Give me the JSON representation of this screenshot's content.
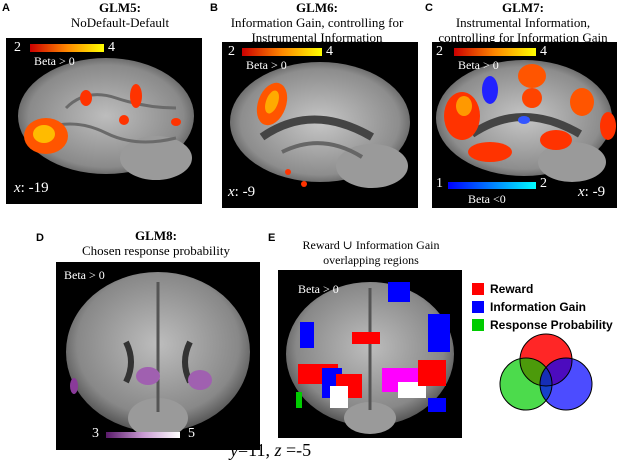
{
  "panels": {
    "A": {
      "letter": "A",
      "title": "GLM5:",
      "subtitle": "NoDefault-Default",
      "cb_min": "2",
      "cb_max": "4",
      "beta": "Beta > 0",
      "coord_label": "x",
      "coord_value": ": -19"
    },
    "B": {
      "letter": "B",
      "title": "GLM6:",
      "subtitle_1": "Information Gain, controlling for",
      "subtitle_2": "Instrumental Information",
      "cb_min": "2",
      "cb_max": "4",
      "beta": "Beta > 0",
      "coord_label": "x",
      "coord_value": ": -9"
    },
    "C": {
      "letter": "C",
      "title": "GLM7:",
      "subtitle_1": "Instrumental Information,",
      "subtitle_2": "controlling for Information Gain",
      "cb_min": "2",
      "cb_max": "4",
      "beta": "Beta > 0",
      "neg_min": "1",
      "neg_max": "2",
      "neg_beta": "Beta <0",
      "coord_label": "x",
      "coord_value": ": -9"
    },
    "D": {
      "letter": "D",
      "title": "GLM8:",
      "subtitle": "Chosen response probability",
      "beta": "Beta > 0",
      "cb_min": "3",
      "cb_max": "5"
    },
    "E": {
      "letter": "E",
      "title_1": "Reward ∪ Information Gain",
      "title_2": "overlapping regions",
      "beta": "Beta > 0"
    }
  },
  "legend": [
    {
      "label": "Reward",
      "color": "#ff0000"
    },
    {
      "label": "Information Gain",
      "color": "#0000ff"
    },
    {
      "label": "Response Probability",
      "color": "#00cc00"
    }
  ],
  "coords_bottom": {
    "y_label": "y",
    "y_value": "=11, ",
    "z_label": "z",
    "z_value": " =-5"
  },
  "colors": {
    "hot_start": "#cc0000",
    "hot_end": "#ffff00",
    "cool_start": "#0000ff",
    "cool_end": "#00ffff",
    "purple": "#8a2be2",
    "white": "#ffffff"
  }
}
